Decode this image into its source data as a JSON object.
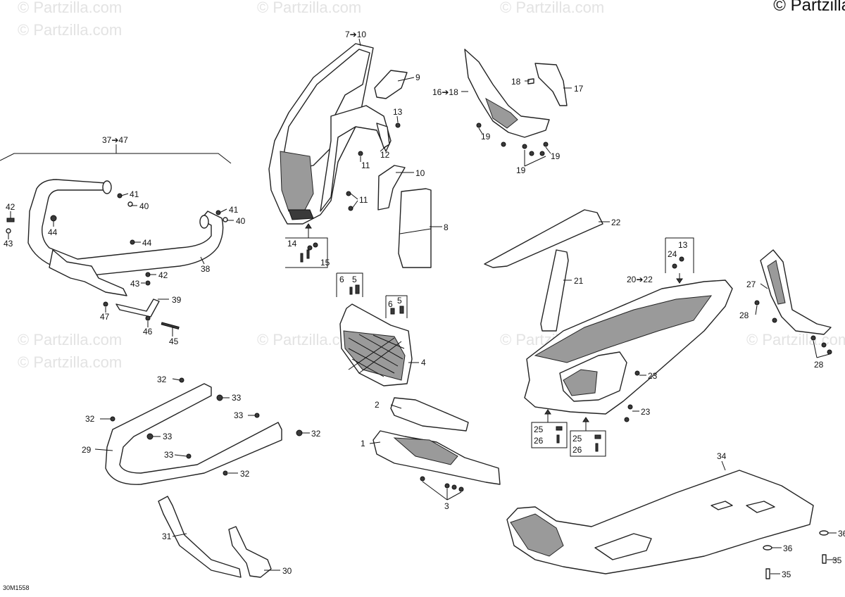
{
  "copyright": "© Partzilla.co",
  "diagram_id": "30M1558",
  "watermark": "© Partzilla.com",
  "callouts": {
    "c_7_10": "7➔10",
    "c_9": "9",
    "c_13a": "13",
    "c_12": "12",
    "c_11a": "11",
    "c_11b": "11",
    "c_10": "10",
    "c_8": "8",
    "c_14": "14",
    "c_15": "15",
    "c_16_18": "16➔18",
    "c_18": "18",
    "c_17": "17",
    "c_19a": "19",
    "c_19b": "19",
    "c_19c": "19",
    "c_22": "22",
    "c_21": "21",
    "c_20_22": "20➔22",
    "c_24": "24",
    "c_13b": "13",
    "c_27": "27",
    "c_28a": "28",
    "c_28b": "28",
    "c_23a": "23",
    "c_23b": "23",
    "c_25a": "25",
    "c_26a": "26",
    "c_25b": "25",
    "c_26b": "26",
    "c_37_47": "37➔47",
    "c_41a": "41",
    "c_40a": "40",
    "c_41b": "41",
    "c_40b": "40",
    "c_42a": "42",
    "c_43a": "43",
    "c_44a": "44",
    "c_44b": "44",
    "c_42b": "42",
    "c_43b": "43",
    "c_38": "38",
    "c_39": "39",
    "c_47": "47",
    "c_46": "46",
    "c_45": "45",
    "c_6a": "6",
    "c_5a": "5",
    "c_6b": "6",
    "c_5b": "5",
    "c_4": "4",
    "c_2": "2",
    "c_1": "1",
    "c_3": "3",
    "c_32a": "32",
    "c_33a": "33",
    "c_32b": "32",
    "c_33b": "33",
    "c_33c": "33",
    "c_32c": "32",
    "c_29": "29",
    "c_33d": "33",
    "c_32d": "32",
    "c_31": "31",
    "c_30": "30",
    "c_34": "34",
    "c_36a": "36",
    "c_36b": "36",
    "c_35a": "35",
    "c_35b": "35"
  }
}
